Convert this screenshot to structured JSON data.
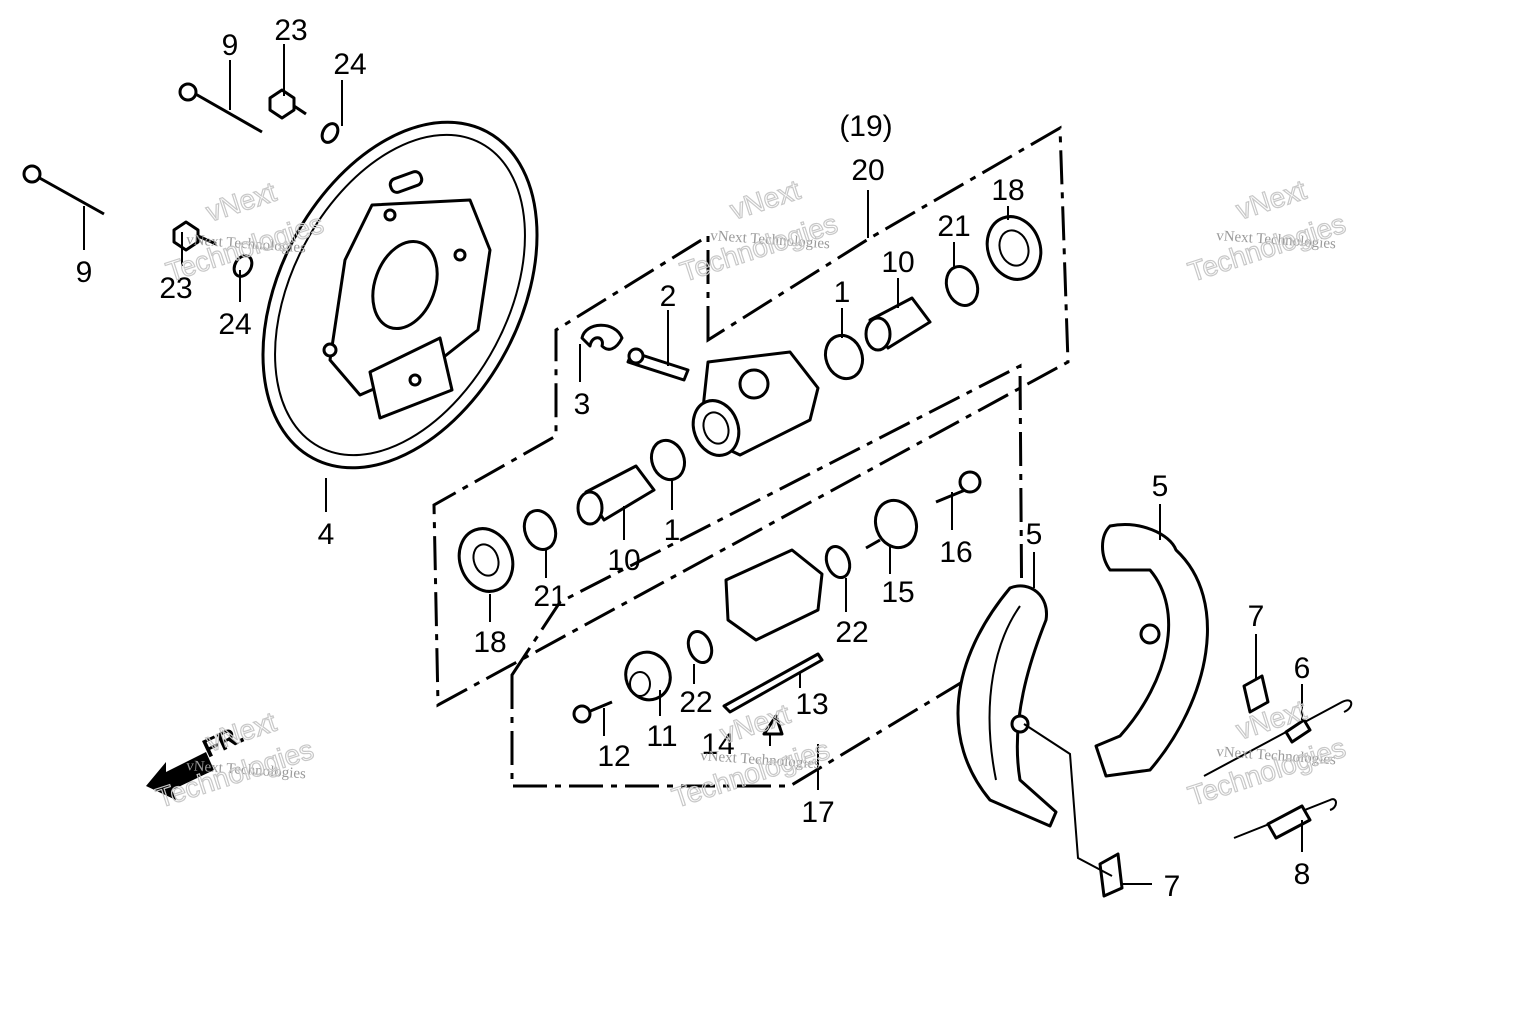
{
  "callouts": {
    "c9a": "9",
    "c23a": "23",
    "c24a": "24",
    "c9b": "9",
    "c23b": "23",
    "c24b": "24",
    "c4": "4",
    "c3": "3",
    "c2": "2",
    "c19": "(19)",
    "c20": "20",
    "c1a": "1",
    "c10a": "10",
    "c21a": "21",
    "c18a": "18",
    "c1b": "1",
    "c10b": "10",
    "c21b": "21",
    "c18b": "18",
    "c16": "16",
    "c15": "15",
    "c22a": "22",
    "c22b": "22",
    "c11": "11",
    "c12": "12",
    "c13": "13",
    "c14": "14",
    "c17": "17",
    "c5a": "5",
    "c5b": "5",
    "c7a": "7",
    "c6": "6",
    "c7b": "7",
    "c8": "8"
  },
  "watermark": {
    "line1": "vNext Technologies",
    "line2": "vNext",
    "line3": "Technologies"
  },
  "front_arrow": {
    "label": "FR."
  }
}
